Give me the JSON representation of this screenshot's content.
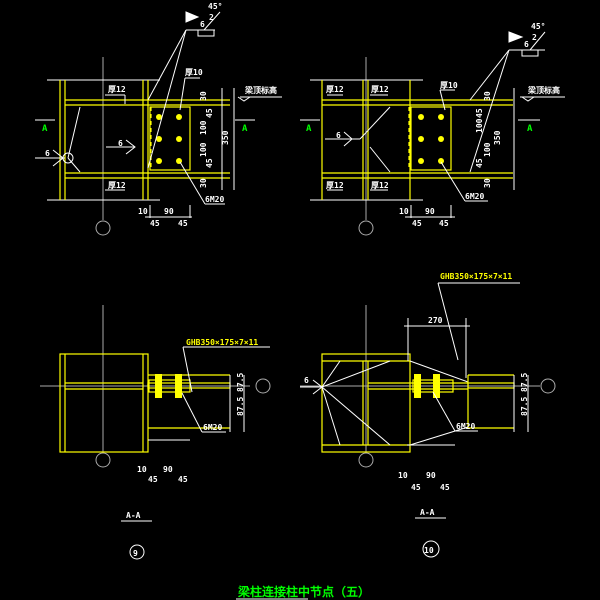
{
  "title": "梁柱连接柱中节点（五）",
  "colors": {
    "background": "#000000",
    "steel": "#ffff00",
    "annotation": "#ffffff",
    "axis": "#aaaaaa",
    "title": "#00ff00"
  },
  "detail9": {
    "plan": {
      "thickness_top": "厚12",
      "thickness_bottom": "厚12",
      "plate_thickness": "厚10",
      "beam_top_elev": "梁顶标高",
      "weld_angle": "45°",
      "weld_size": "6",
      "weld_gap": "2",
      "section_mark_left": "A",
      "section_mark_right": "A",
      "fillet_left": "6",
      "fillet_mid": "6",
      "dim_30_top": "30",
      "dim_45_top": "45",
      "dim_100_a": "100",
      "dim_100_b": "100",
      "dim_45_bottom": "45",
      "dim_30_bottom": "30",
      "dim_350": "350",
      "dim_10": "10",
      "dim_90": "90",
      "dim_45_left": "45",
      "dim_45_right": "45",
      "bolts": "6M20"
    },
    "section": {
      "beam": "GHB350×175×7×11",
      "bolts": "6M20",
      "dim_87_top": "87.5",
      "dim_87_bottom": "87.5",
      "dim_10": "10",
      "dim_90": "90",
      "dim_45_left": "45",
      "dim_45_right": "45",
      "section_label": "A-A",
      "detail_number": "9"
    }
  },
  "detail10": {
    "plan": {
      "thickness_tl": "厚12",
      "thickness_tr": "厚12",
      "thickness_bl": "厚12",
      "thickness_br": "厚12",
      "plate_thickness": "厚10",
      "beam_top_elev": "梁顶标高",
      "weld_angle": "45°",
      "weld_size": "6",
      "weld_gap": "2",
      "section_mark_left": "A",
      "section_mark_right": "A",
      "fillet": "6",
      "dim_30_top": "30",
      "dim_45_top": "45",
      "dim_100_a": "100",
      "dim_100_b": "100",
      "dim_45_bottom": "45",
      "dim_30_bottom": "30",
      "dim_350": "350",
      "dim_10": "10",
      "dim_90": "90",
      "dim_45_left": "45",
      "dim_45_right": "45",
      "bolts": "6M20"
    },
    "section": {
      "beam": "GHB350×175×7×11",
      "bolts": "6M20",
      "dim_270": "270",
      "fillet": "6",
      "dim_87_top": "87.5",
      "dim_87_bottom": "87.5",
      "dim_10": "10",
      "dim_90": "90",
      "dim_45_left": "45",
      "dim_45_right": "45",
      "section_label": "A-A",
      "detail_number": "10"
    }
  }
}
